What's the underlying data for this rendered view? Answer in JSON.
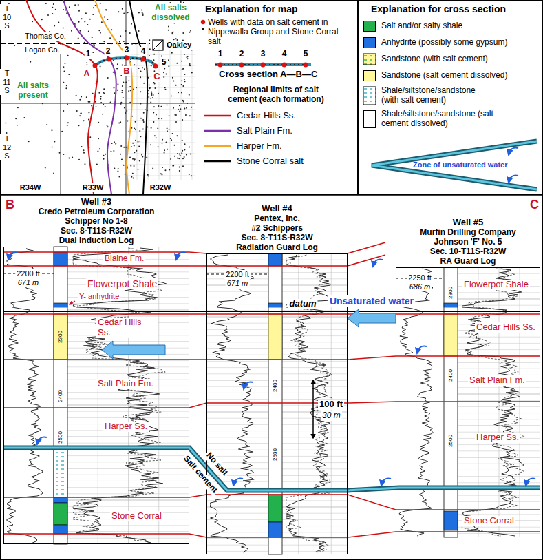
{
  "diagram": {
    "nodes": [
      {
        "text": [
          "Explanation for map"
        ]
      },
      {
        "text": [
          "Explanation for cross section"
        ]
      },
      {
        "text": [
          "Well #3",
          "Credo Petroleum Corporation",
          "Schipper No 1-8",
          "Sec. 8-T11S-R32W",
          "Dual Induction Log"
        ]
      },
      {
        "text": [
          "Well #4",
          "Pentex, Inc.",
          "#2 Schippers",
          "Sec. 8-T11S-R32W",
          "Radiation Guard Log"
        ]
      },
      {
        "text": [
          "Well #5",
          "Murfin Drilling Company",
          "Johnson 'F' No. 5",
          "Sec. 10-T11S-R32W",
          "RA Guard Log"
        ]
      }
    ],
    "edges": [
      {
        "from": 4,
        "to": 3,
        "arrow": "to",
        "label": "Unsaturated water"
      }
    ],
    "labels": [
      "T 10 S",
      "Thomas Co.",
      "Logan Co.",
      "T 11 S",
      "T 12 S",
      "R34W",
      "R33W",
      "R32W",
      "All salts dissolved",
      "All salts present",
      "Oakley",
      "1",
      "2",
      "3",
      "4",
      "5",
      "A",
      "B",
      "C",
      "1",
      "2",
      "3",
      "4",
      "5",
      "Regional limits of salt cement (each formation)",
      "B",
      "C",
      "2200 ft",
      "671 m",
      "Blaine Fm.",
      "Flowerpot Shale",
      "Y- anhydrite",
      "Cedar Hills Ss.",
      "Salt Plain Fm.",
      "Harper Ss.",
      "Stone Corral",
      "2200 ft",
      "671 m",
      "2250 ft",
      "686 m",
      "Flowerpot Shale",
      "Cedar Hills Ss.",
      "Salt Plain Fm.",
      "Harper Ss.",
      "Stone Corral",
      "datum",
      "100 ft",
      "30 m",
      "No salt",
      "Salt cement",
      "2300",
      "2400",
      "2500",
      "2400",
      "2500",
      "2300",
      "2400",
      "2500"
    ],
    "legend": [
      {
        "text": "Wells with data on salt cement in Nippewalla Group and Stone Corral salt"
      },
      {
        "text": "Cross section A—B—C"
      },
      {
        "text": "Cedar Hills Ss."
      },
      {
        "text": "Salt Plain Fm."
      },
      {
        "text": "Harper Fm."
      },
      {
        "text": "Stone Corral salt"
      },
      {
        "text": "Salt and/or salty shale",
        "color": "#22b14c"
      },
      {
        "text": "Anhydrite (possibly some gypsum)",
        "color": "#1f6fe0"
      },
      {
        "text": "Sandstone (with salt cement)"
      },
      {
        "text": "Sandstone (salt cement dissolved)",
        "color": "#fff79a"
      },
      {
        "text": "Shale/siltstone/sandstone (with salt cement)"
      },
      {
        "text": "Shale/siltstone/sandstone (salt cement dissolved)",
        "color": "#ffffff"
      },
      {
        "text": "Zone of unsaturated water"
      }
    ]
  }
}
